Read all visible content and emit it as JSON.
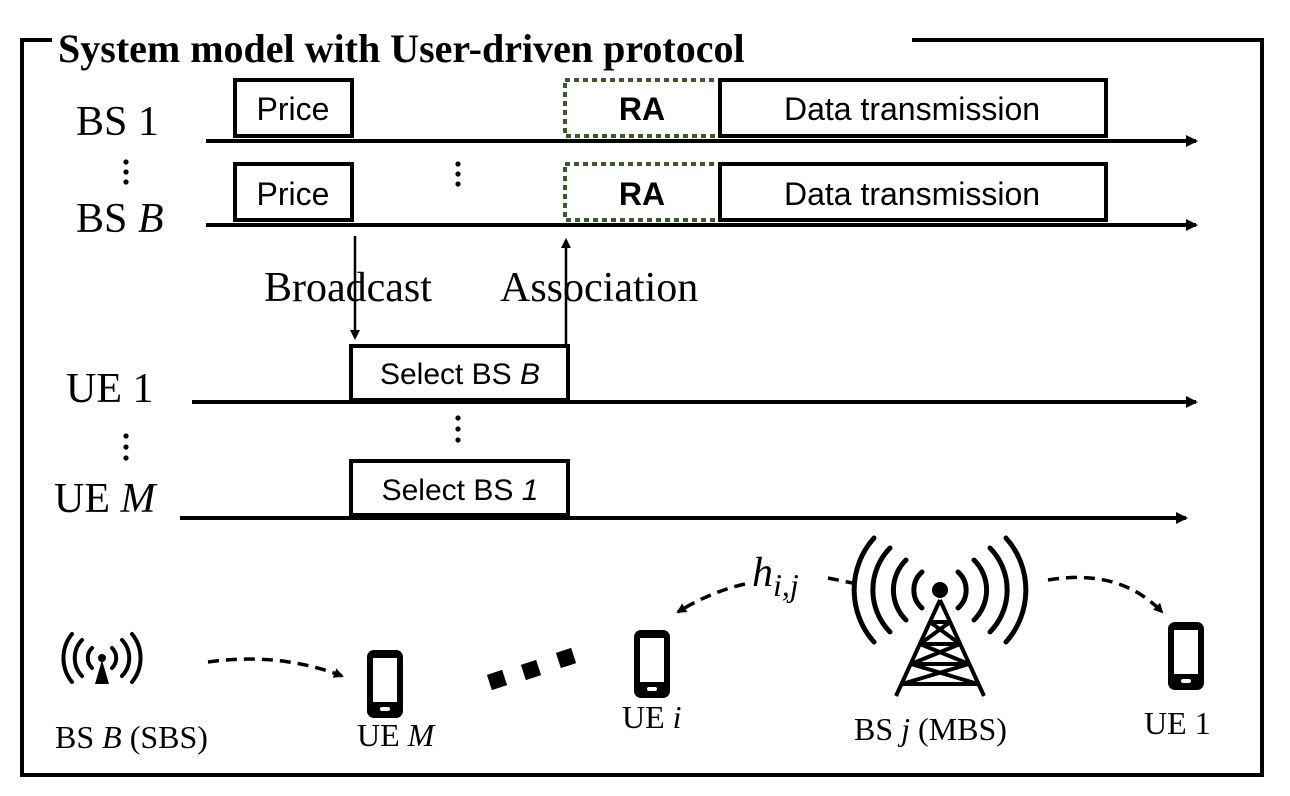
{
  "title": "System model with User-driven protocol",
  "bs_rows": [
    {
      "prefix": "BS",
      "id": "1",
      "id_italic": false,
      "price": "Price",
      "ra": "RA",
      "data": "Data transmission"
    },
    {
      "prefix": "BS",
      "id": "B",
      "id_italic": true,
      "price": "Price",
      "ra": "RA",
      "data": "Data transmission"
    }
  ],
  "broadcast": "Broadcast",
  "association": "Association",
  "ue_rows": [
    {
      "prefix": "UE",
      "id": "1",
      "id_italic": false,
      "select_prefix": "Select BS",
      "select_target": "B",
      "target_italic": true
    },
    {
      "prefix": "UE",
      "id": "M",
      "id_italic": true,
      "select_prefix": "Select BS",
      "select_target": "1",
      "target_italic": true
    }
  ],
  "devices": {
    "sbs": {
      "prefix": "BS",
      "id": "B",
      "suffix": "(SBS)"
    },
    "ue_m": {
      "prefix": "UE",
      "id": "M"
    },
    "ue_i": {
      "prefix": "UE",
      "id": "i"
    },
    "mbs": {
      "prefix": "BS",
      "id": "j",
      "suffix": "(MBS)"
    },
    "ue_1": {
      "prefix": "UE",
      "id": "1"
    },
    "channel": {
      "base": "h",
      "subscript": "i,j"
    }
  },
  "colors": {
    "ink": "#000000",
    "ra_border": "#3a5a2a",
    "background": "#ffffff"
  },
  "icons": [
    "tower-antenna-icon",
    "phone-icon",
    "ellipsis-dots-icon",
    "dashed-arrow-icon"
  ]
}
